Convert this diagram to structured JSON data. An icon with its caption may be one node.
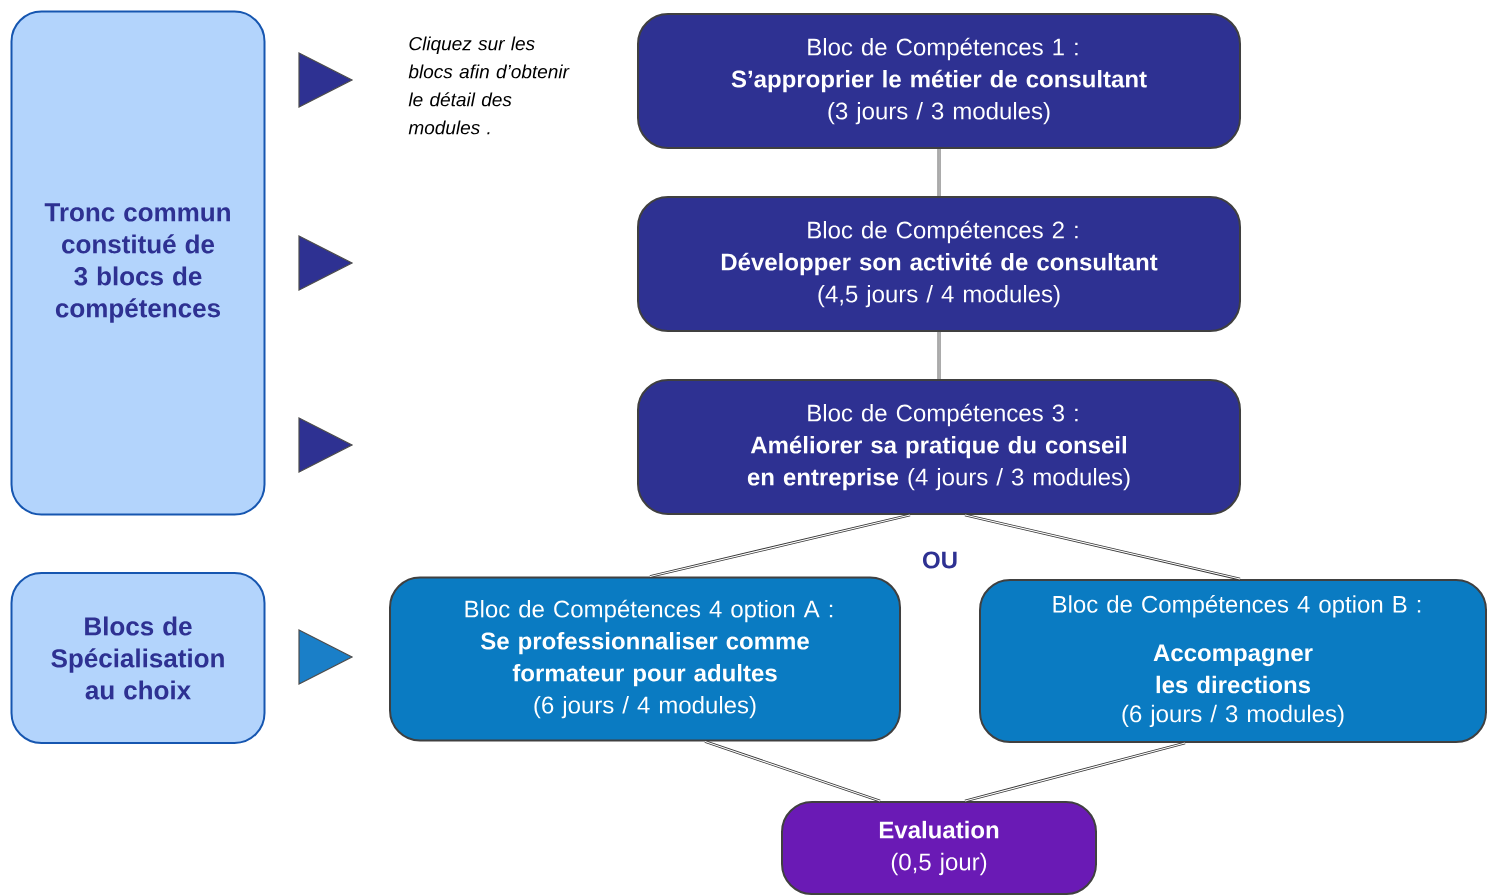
{
  "diagram": {
    "nodes": [
      {
        "text": [
          "Tronc commun constitué de 3 blocs de compétences"
        ]
      },
      {
        "text": [
          "Blocs de Spécialisation au choix"
        ]
      },
      {
        "text": [
          "Bloc de Compétences 1 :",
          "S’approprier le métier de consultant",
          "(3 jours / 3 modules)"
        ]
      },
      {
        "text": [
          "Bloc de Compétences 2 :",
          "Développer son activité de consultant",
          "(4,5 jours / 4 modules)"
        ]
      },
      {
        "text": [
          "Bloc de Compétences 3  :",
          "**Améliorer sa pratique du conseil en entreprise** (4 jours / 3 modules)"
        ]
      },
      {
        "text": [
          "Bloc de Compétences 4 option A :",
          "Se professionnaliser comme formateur pour adultes",
          "(6 jours / 4 modules)"
        ]
      },
      {
        "text": [
          "Bloc de Compétences 4 option B :",
          "Accompagner les directions",
          "(6 jours / 3 modules)"
        ]
      },
      {
        "text": [
          "Evaluation",
          "(0,5 jour)"
        ]
      }
    ],
    "edges": [
      {
        "from": 2,
        "to": 3,
        "arrow": "none"
      },
      {
        "from": 3,
        "to": 4,
        "arrow": "none"
      },
      {
        "from": 4,
        "to": 5,
        "arrow": "none"
      },
      {
        "from": 4,
        "to": 6,
        "arrow": "none"
      },
      {
        "from": 5,
        "to": 7,
        "arrow": "none"
      },
      {
        "from": 6,
        "to": 7,
        "arrow": "none"
      }
    ],
    "labels": [
      "Cliquez sur les blocs afin d’obtenir le détail des modules .",
      "OU"
    ]
  }
}
